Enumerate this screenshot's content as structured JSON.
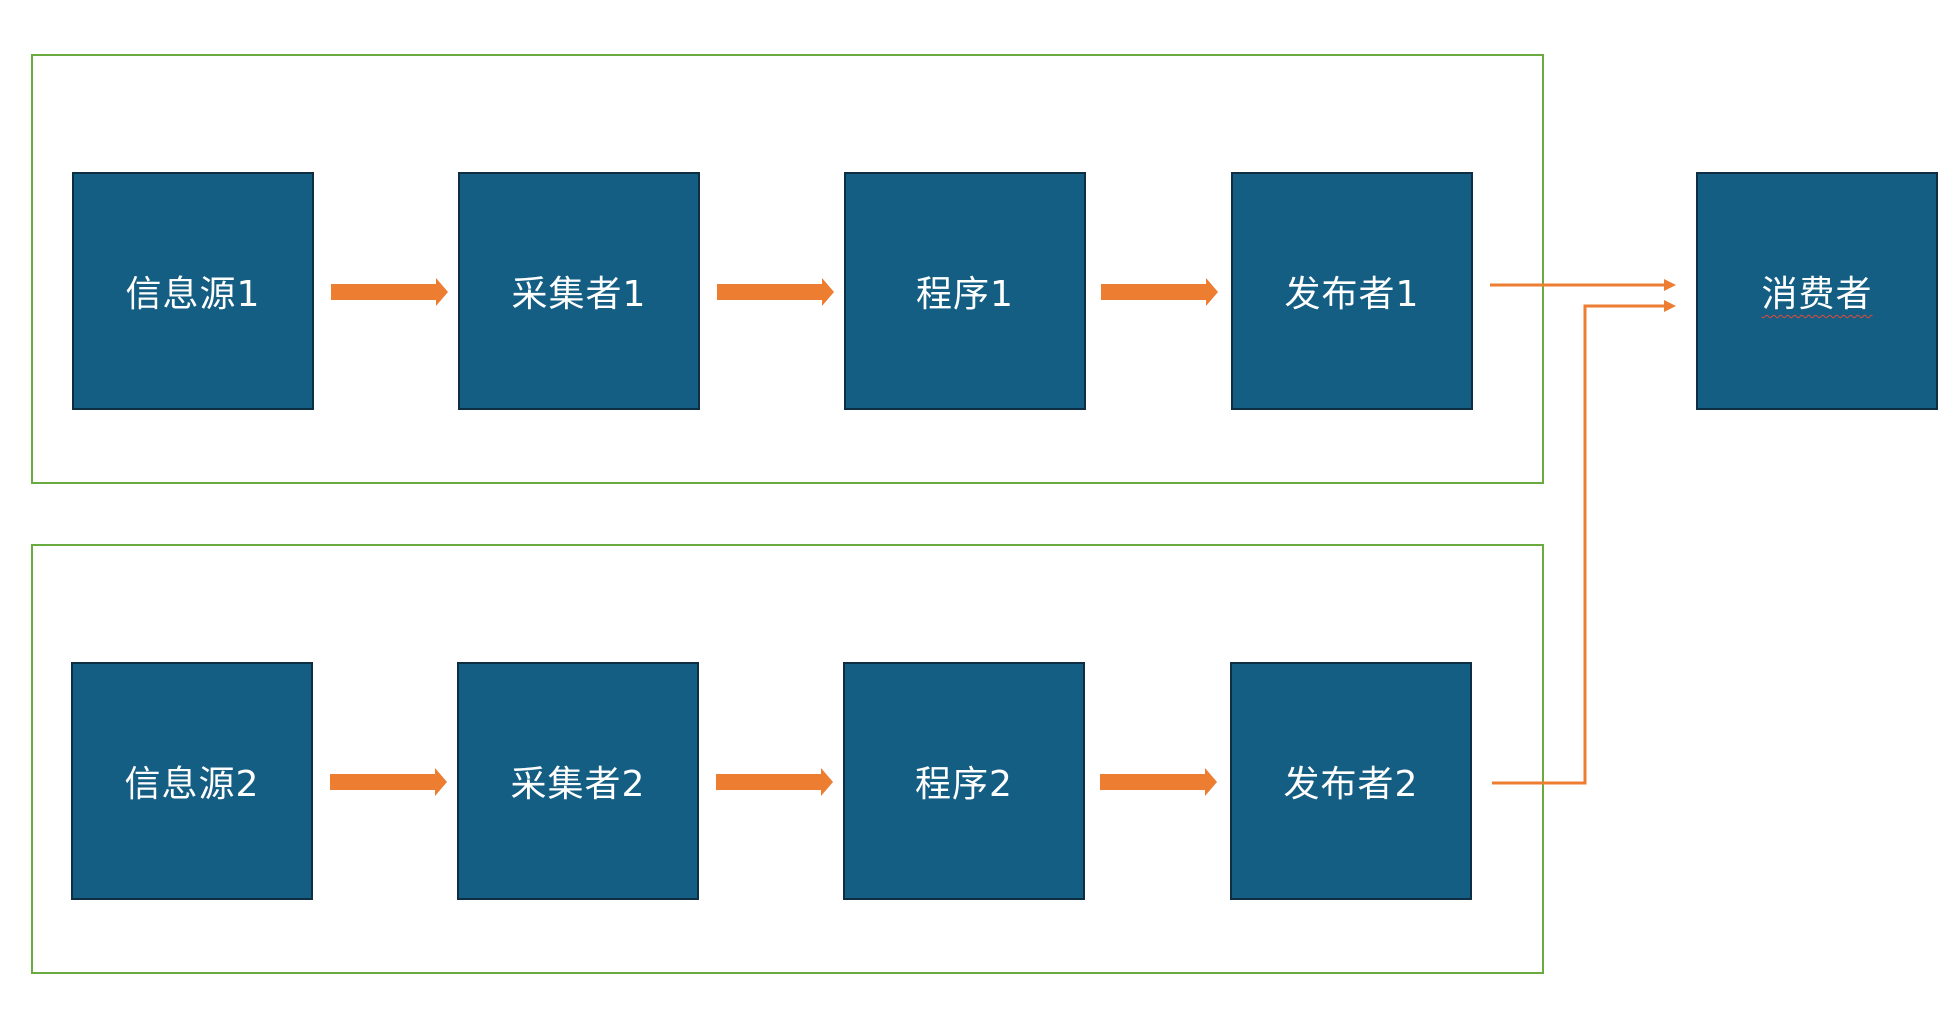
{
  "colors": {
    "node_fill": "#155e83",
    "node_border": "#0d2e43",
    "group_border": "#6aab3f",
    "arrow": "#ed7d31",
    "text": "#ffffff"
  },
  "pipeline1": {
    "source": "信息源1",
    "collector": "采集者1",
    "program": "程序1",
    "publisher": "发布者1"
  },
  "pipeline2": {
    "source": "信息源2",
    "collector": "采集者2",
    "program": "程序2",
    "publisher": "发布者2"
  },
  "consumer": "消费者"
}
